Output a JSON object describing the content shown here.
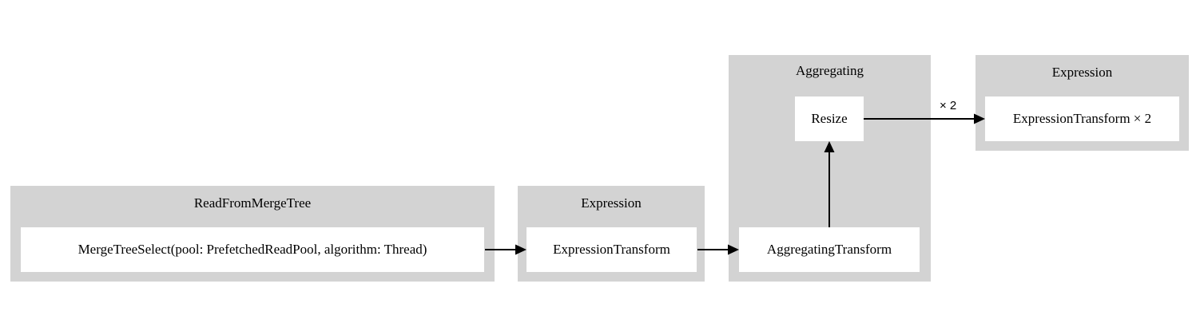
{
  "diagram": {
    "type": "graphviz-pipeline",
    "title": "",
    "background_color": "#ffffff",
    "cluster_fill_color": "#d3d3d3",
    "node_fill_color": "#ffffff",
    "edge_color": "#000000"
  },
  "clusters": [
    {
      "id": "read-from-merge-tree",
      "label": "ReadFromMergeTree",
      "nodes": [
        {
          "id": "merge-tree-select",
          "label": "MergeTreeSelect(pool: PrefetchedReadPool, algorithm: Thread)"
        }
      ]
    },
    {
      "id": "expression-lower",
      "label": "Expression",
      "nodes": [
        {
          "id": "expression-transform",
          "label": "ExpressionTransform"
        }
      ]
    },
    {
      "id": "aggregating",
      "label": "Aggregating",
      "nodes": [
        {
          "id": "resize",
          "label": "Resize"
        },
        {
          "id": "aggregating-transform",
          "label": "AggregatingTransform"
        }
      ]
    },
    {
      "id": "expression-upper",
      "label": "Expression",
      "nodes": [
        {
          "id": "expression-transform-x2",
          "label": "ExpressionTransform × 2"
        }
      ]
    }
  ],
  "edges": [
    {
      "id": "edge-merge-to-expression",
      "from": "merge-tree-select",
      "to": "expression-transform",
      "label": ""
    },
    {
      "id": "edge-expression-to-aggregating",
      "from": "expression-transform",
      "to": "aggregating-transform",
      "label": ""
    },
    {
      "id": "edge-aggregating-to-resize",
      "from": "aggregating-transform",
      "to": "resize",
      "label": ""
    },
    {
      "id": "edge-resize-to-expression-x2",
      "from": "resize",
      "to": "expression-transform-x2",
      "label": "× 2"
    }
  ]
}
